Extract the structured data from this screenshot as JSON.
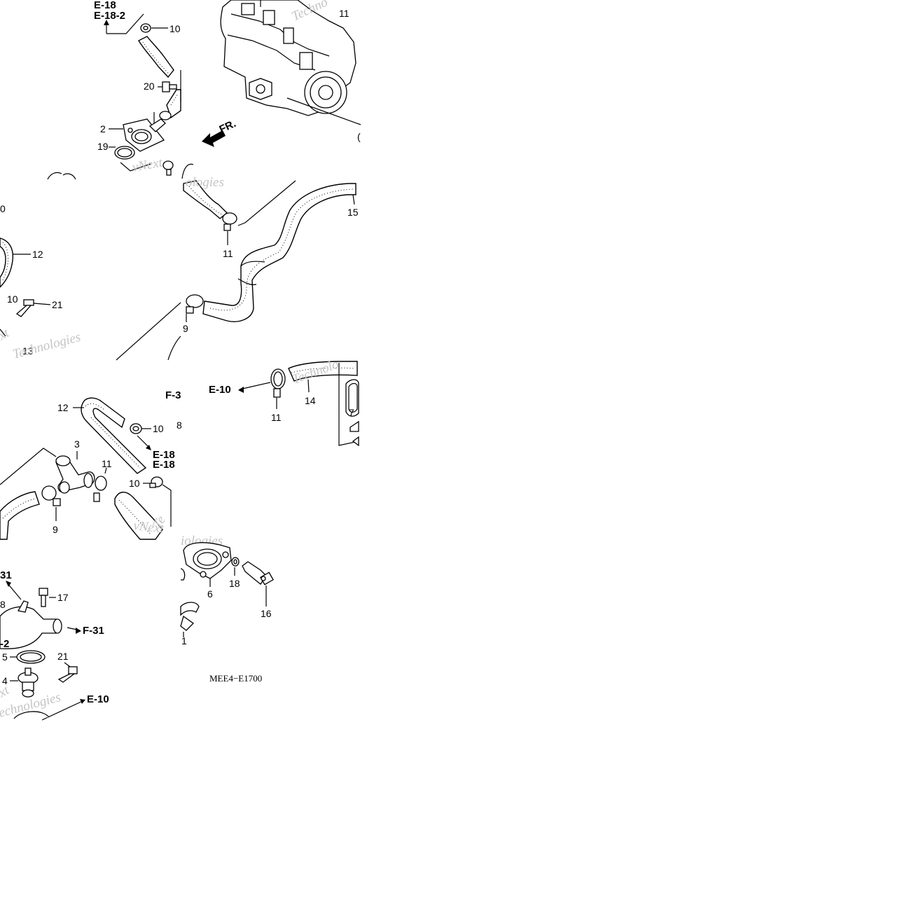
{
  "diagram": {
    "code": "MEE4−E1700",
    "front_mark": "FR.",
    "watermark_words": [
      "Techno",
      "vNext",
      "ologies",
      "ext",
      "Technologies",
      "vNext",
      "Te",
      "Technolo",
      "echnologies",
      "iologies"
    ],
    "refs": {
      "e18": "E-18",
      "e18_2": "E-18-2",
      "e18_short": "E-18",
      "e18_2_short": "E-18",
      "e10_mid": "E-10",
      "e10_bottom": "E-10",
      "f31_top": "F-3",
      "f31_bottom": "F-31",
      "b31_cut": "31",
      "b2_cut": "-2"
    },
    "callouts": {
      "p10_top": "10",
      "p11_top": "11",
      "p20": "20",
      "p2": "2",
      "p19": "19",
      "p12_left": "12",
      "p10_left": "10",
      "p21_left": "21",
      "p13_cut": "13",
      "p0_cut": "0",
      "p15": "15",
      "p11_mid": "11",
      "p9_mid": "9",
      "p11_right": "11",
      "p14": "14",
      "p7": "7",
      "p12_low": "12",
      "p10_low_a": "10",
      "p8_cut": "8",
      "p3": "3",
      "p11_low": "11",
      "p10_low_b": "10",
      "p9_low": "9",
      "p17": "17",
      "p8_cut_b": "8",
      "p5": "5",
      "p21_low": "21",
      "p4": "4",
      "p6": "6",
      "p18": "18",
      "p16": "16",
      "p1_cut": "1"
    }
  }
}
